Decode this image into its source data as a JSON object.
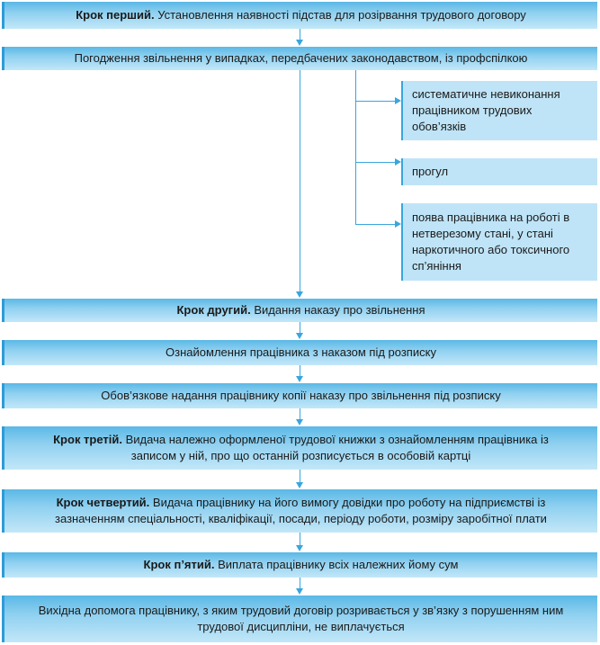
{
  "steps": [
    {
      "bold": "Крок перший.",
      "text": " Установлення наявності підстав для розірвання трудового договору"
    },
    {
      "bold": "",
      "text": "Погодження звільнення у випадках, передбачених законодавством, із профспілкою"
    },
    {
      "bold": "Крок другий.",
      "text": " Видання наказу про звільнення"
    },
    {
      "bold": "",
      "text": "Ознайомлення працівника з наказом під розписку"
    },
    {
      "bold": "",
      "text": "Обов’язкове надання працівнику копії наказу про звільнення під розписку"
    },
    {
      "bold": "Крок третій.",
      "text": " Видача належно оформленої трудової книжки з ознайомленням працівника із записом у ній, про що останній розписується в особовій картці"
    },
    {
      "bold": "Крок четвертий.",
      "text": " Видача працівнику на його вимогу довідки про роботу на підприємстві із зазначенням спеціальності, кваліфікації, посади, періоду роботи, розміру заробітної плати"
    },
    {
      "bold": "Крок п’ятий.",
      "text": " Виплата працівнику всіх належних йому сум"
    },
    {
      "bold": "",
      "text": "Вихідна допомога працівнику, з яким трудовий договір розривається у зв’язку з порушенням ним трудової дисципліни, не виплачується"
    }
  ],
  "side_boxes": [
    "систематичне невиконання працівником трудових обов’язків",
    "прогул",
    "поява працівника на роботі в нетверезому стані, у стані наркотичного або токсичного сп’яніння"
  ]
}
